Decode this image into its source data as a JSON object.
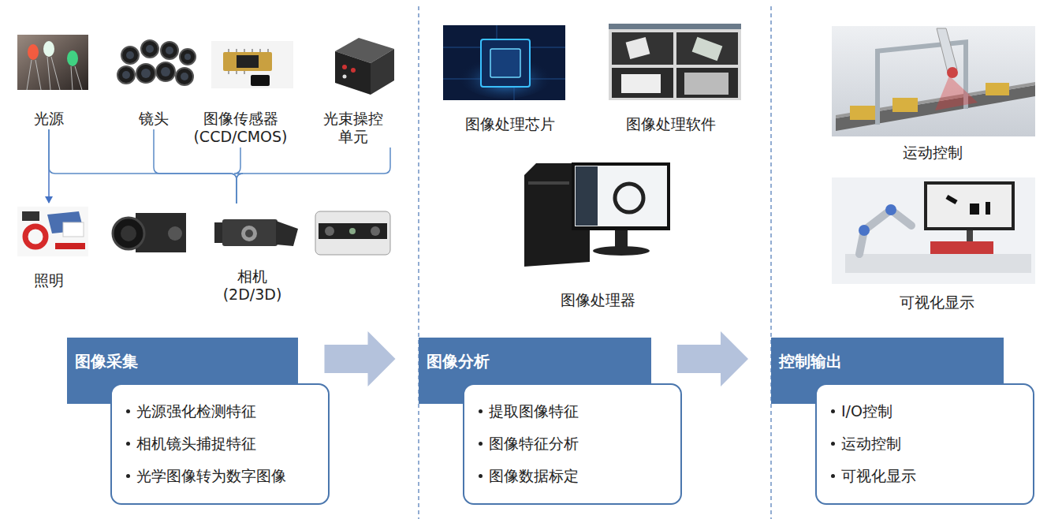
{
  "diagram": {
    "nodes": [
      {
        "text": [
          "光源"
        ]
      },
      {
        "text": [
          "镜头"
        ]
      },
      {
        "text": [
          "图像传感器 (CCD/CMOS)"
        ]
      },
      {
        "text": [
          "光束操控 单元"
        ]
      },
      {
        "text": [
          "照明"
        ]
      },
      {
        "text": [
          "相机 (2D/3D)"
        ]
      },
      {
        "text": [
          "图像处理芯片"
        ]
      },
      {
        "text": [
          "图像处理软件"
        ]
      },
      {
        "text": [
          "图像处理器"
        ]
      },
      {
        "text": [
          "运动控制"
        ]
      },
      {
        "text": [
          "可视化显示"
        ]
      },
      {
        "text": [
          "图像采集"
        ]
      },
      {
        "text": [
          "光源强化检测特征",
          "相机镜头捕捉特征",
          "光学图像转为数字图像"
        ]
      },
      {
        "text": [
          "图像分析"
        ]
      },
      {
        "text": [
          "提取图像特征",
          "图像特征分析",
          "图像数据标定"
        ]
      },
      {
        "text": [
          "控制输出"
        ]
      },
      {
        "text": [
          "I/O控制",
          "运动控制",
          "可视化显示"
        ]
      }
    ],
    "edges": [
      {
        "from": 0,
        "to": 4,
        "arrow": "to"
      },
      {
        "from": 0,
        "to": 5,
        "arrow": "none"
      },
      {
        "from": 1,
        "to": 5,
        "arrow": "none"
      },
      {
        "from": 2,
        "to": 5,
        "arrow": "none"
      },
      {
        "from": 3,
        "to": 5,
        "arrow": "none"
      },
      {
        "from": 11,
        "to": 13,
        "arrow": "to"
      },
      {
        "from": 13,
        "to": 15,
        "arrow": "to"
      }
    ]
  }
}
